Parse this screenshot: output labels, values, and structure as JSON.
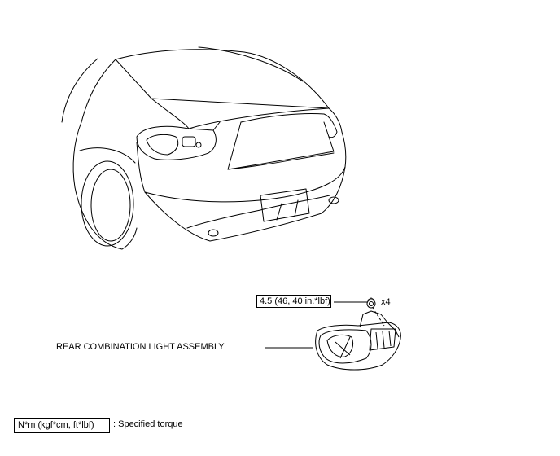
{
  "torque_callout": {
    "value": "4.5 (46, 40 in.*lbf)",
    "quantity": "x4"
  },
  "part_label": "REAR COMBINATION LIGHT ASSEMBLY",
  "legend": {
    "unit_box": "N*m (kgf*cm, ft*lbf)",
    "description": ": Specified torque"
  },
  "icons": {
    "vehicle": "car-rear-view-illustration",
    "fastener": "nut-icon",
    "part": "rear-combination-light-illustration"
  }
}
